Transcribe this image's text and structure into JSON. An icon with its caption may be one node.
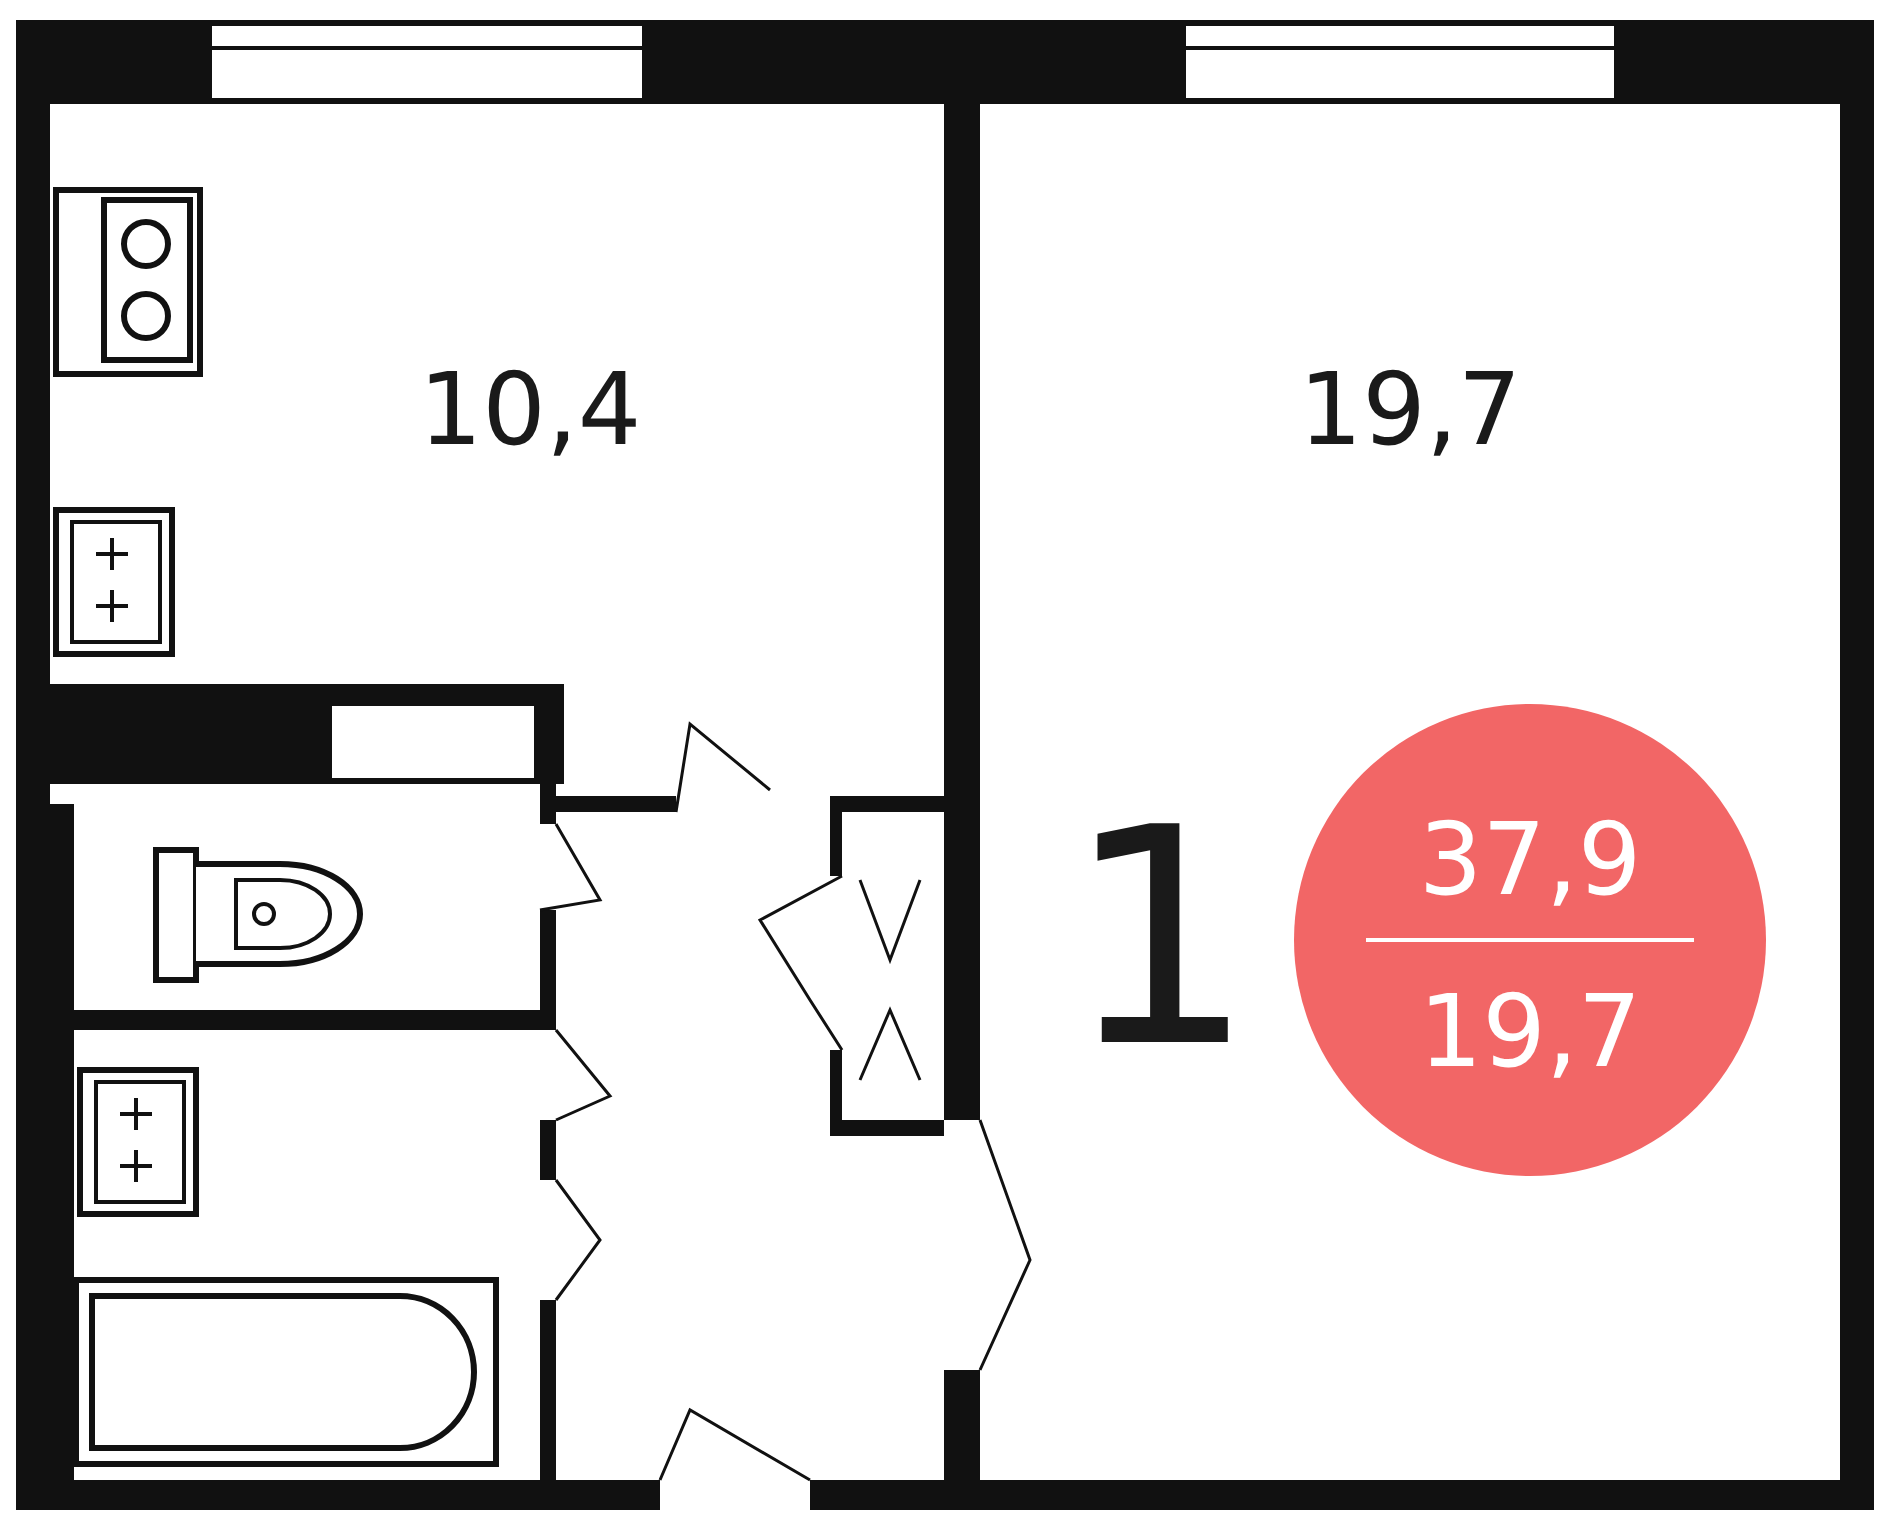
{
  "diagram": {
    "nodes": [
      {
        "text": [
          "10,4"
        ]
      },
      {
        "text": [
          "19,7",
          "1"
        ]
      },
      {
        "text": [
          "37,9",
          "19,7"
        ],
        "in": 1
      }
    ]
  }
}
